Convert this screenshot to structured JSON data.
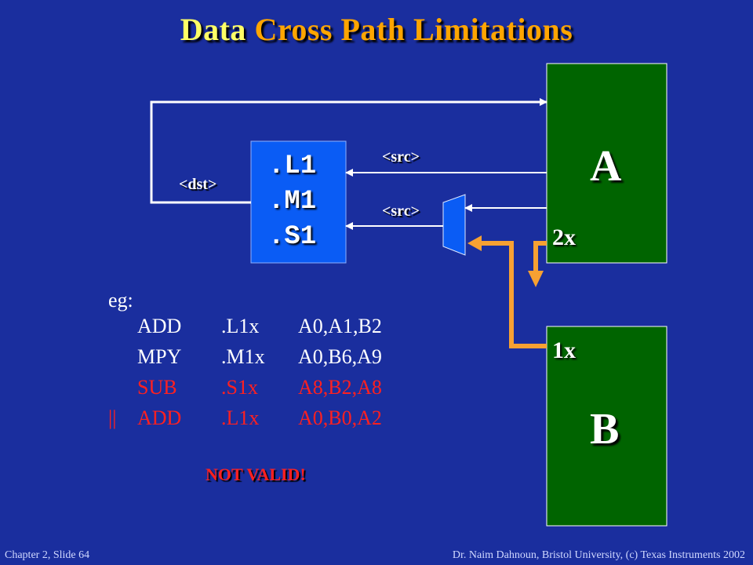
{
  "title": {
    "part1": "Data",
    "part2": "Cross Path Limitations"
  },
  "functional_unit": {
    "lines": [
      ".L1",
      ".M1",
      ".S1"
    ]
  },
  "labels": {
    "src_top": "<src>",
    "src_bottom": "<src>",
    "dst": "<dst>"
  },
  "register_file_a": {
    "name": "A",
    "port": "2x"
  },
  "register_file_b": {
    "name": "B",
    "port": "1x"
  },
  "example": {
    "label": "eg:",
    "rows": [
      {
        "prefix": "",
        "op": "ADD",
        "unit": ".L1x",
        "args": "A0,A1,B2",
        "highlight": false
      },
      {
        "prefix": "",
        "op": "MPY",
        "unit": ".M1x",
        "args": "A0,B6,A9",
        "highlight": false
      },
      {
        "prefix": "",
        "op": "SUB",
        "unit": ".S1x",
        "args": "A8,B2,A8",
        "highlight": true
      },
      {
        "prefix": "||",
        "op": "ADD",
        "unit": ".L1x",
        "args": "A0,B0,A2",
        "highlight": true
      }
    ],
    "note": "NOT VALID!"
  },
  "footer": {
    "left": "Chapter 2, Slide 64",
    "right": "Dr. Naim Dahnoun, Bristol University,  (c) Texas Instruments 2002"
  },
  "colors": {
    "background": "#1a2e9e",
    "register_file": "#006400",
    "unit": "#0a5cf5",
    "cross_path": "#f7a132",
    "invalid": "#ff2020"
  }
}
